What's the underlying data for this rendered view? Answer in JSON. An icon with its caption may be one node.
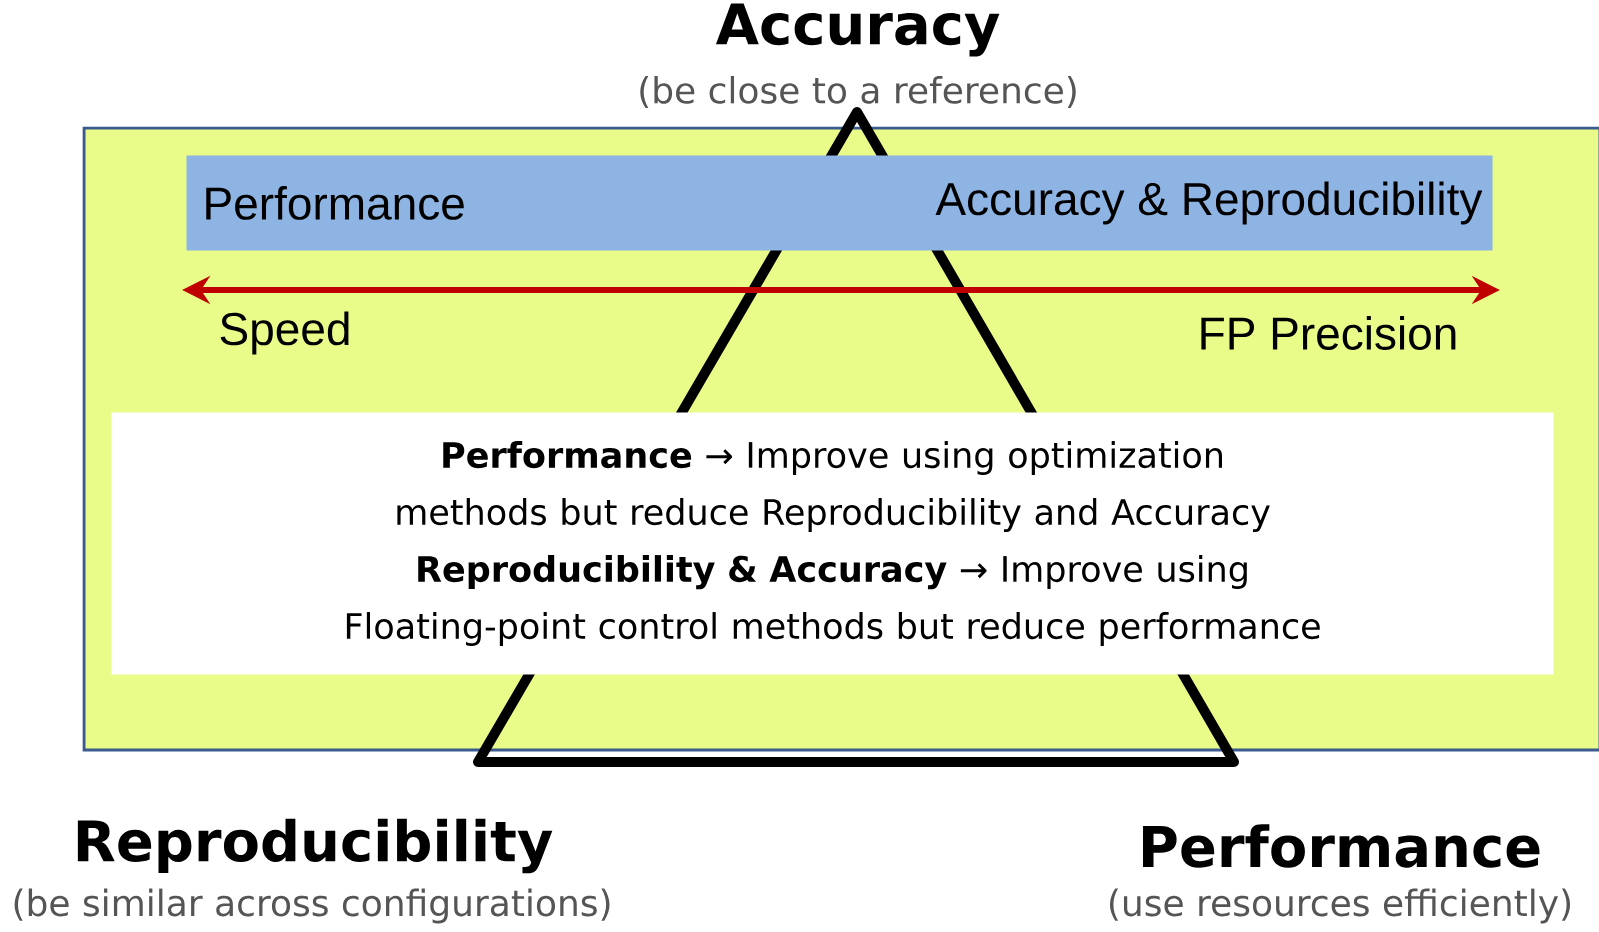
{
  "diagram": {
    "nodes": [
      {
        "text": [],
        "shape": "box"
      },
      {
        "text": [
          "Performance",
          "Accuracy & Reproducibility"
        ],
        "in": 0
      },
      {
        "text": [
          "**Performance** → Improve using optimization methods but reduce Reproducibility and Accuracy",
          "**Reproducibility & Accuracy** → Improve using Floating-point control methods but reduce performance"
        ],
        "in": 0
      }
    ],
    "labels": [
      "Accuracy",
      "(be close to a reference)",
      "Speed",
      "FP Precision",
      "Reproducibility",
      "(be similar across configurations)",
      "Performance",
      "(use resources efficiently)"
    ]
  }
}
